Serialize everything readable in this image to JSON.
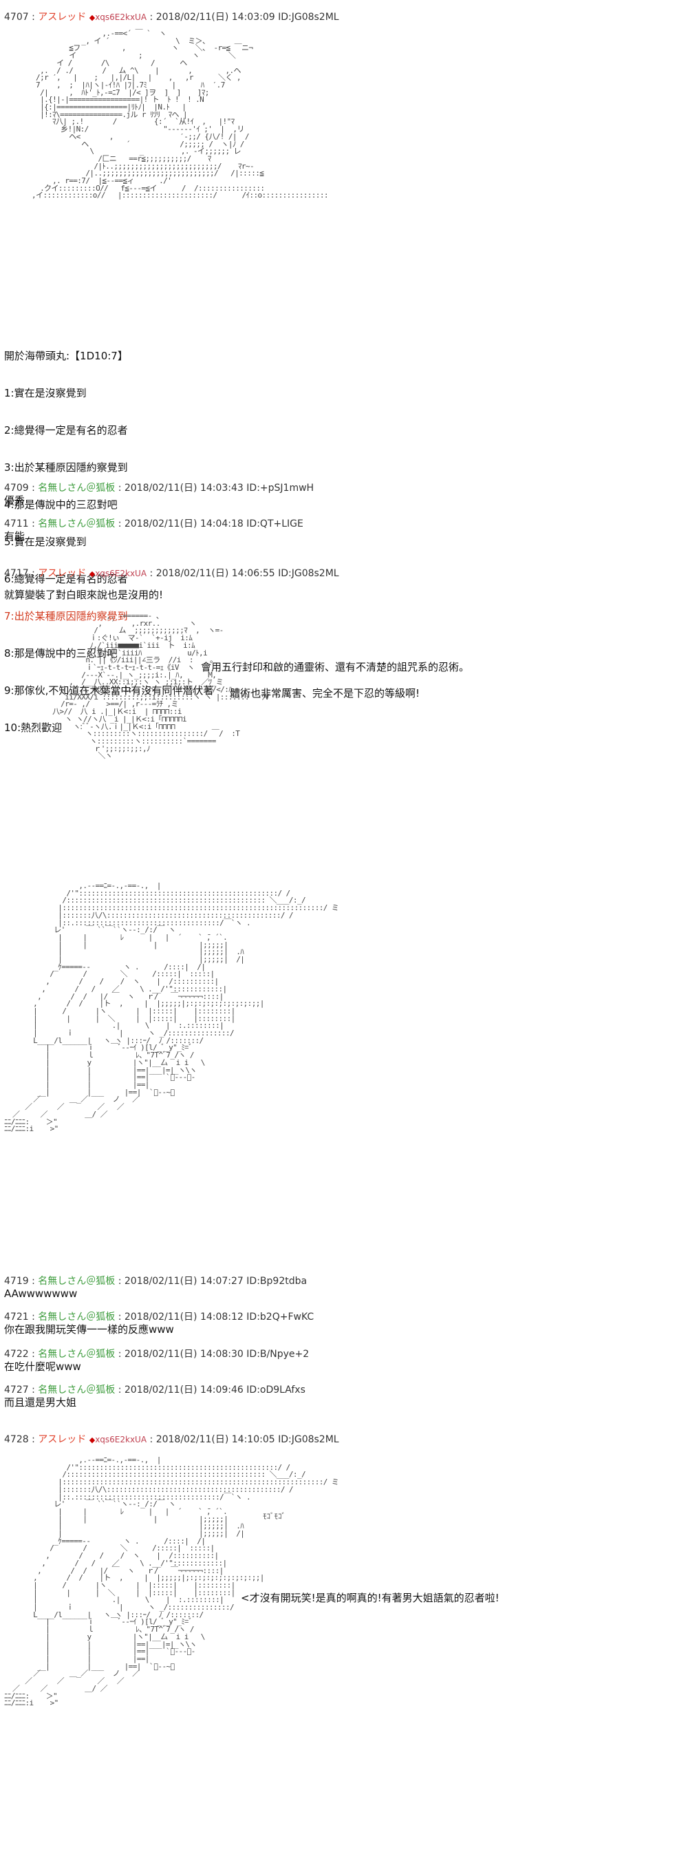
{
  "posts": [
    {
      "num": "4707",
      "name": "アスレッド",
      "trip": "◆",
      "tripcode": "xqs6E2kxUA",
      "date": "2018/02/11(日) 14:03:09",
      "id": "ID:JG08s2ML",
      "aa": "                  ,.-==<´ ￣ `  ヽ\n             _, イ ´                \\  ミ＞、\n          ≦フ          ,           ヽ    ＼、 ‐r=≦ ￣ニ¬\n          イ               ;            ヽ       ＼\n       イ /       /\\          /      ヘ\n   ,.  / ./       /   ム ^\\    |       ,        ,.ヘ\n  /;r ′,   |    ;   |,|/L|   |    ,   ,r      ＼く ,\n  7    ,  ;  |ﾊ|ヽ|‐ｲ!ﾊ |ﾌ|.7ﾐ      |      ﾊ  ′.7\n   /|     ,  ﾊﾄ'_ﾄ,-=ﾆ7  |/< ]ヲ  ]  ]    ]ﾏ;\n   |.{!|‐|=================|! ト  ﾄ !  ! .N\n   |{:|=================|ﾘﾄﾉ|  |N.ﾄ   |\n   |!:ﾏ\\===============.jル r ﾘﾂﾘ  ﾏヘ |\n      ﾏ八| ;.!       /         {:´  `从!ｲ  ,   |!\"ﾏ\n        乡!|N:/                  \"------'ｲ ;'  |  ,リ\n          ヘ<       ,                ′-;;/ {八/! /|  /\n             ヘ         ´            /;;;;; /  ヽ|ﾉ /\n               \\           _         ,. -イ;;;;;; レ\n                 /匚ニ   ==r≦;;;;;;;;;;/    ﾏ\n                /|ﾄ..;;;;;;;;;;;;;;;;;;;;;;;;;/    ﾏr~‐\n              /|..;;;;;;;;;;;;;;;;;;;;;;;;;;;/   /|:::::≦\n      ,. r==:7/  |≦--==≦ィ      ./'\n   .クイ:::::::::O//   f≦-‐-=≦イ      /  /::::::::::::::::\n ,イ::::::::::::o//   |::::::::::::::::::::::/      /ｲ::o::::::::::::::::",
      "lines": [
        "開於海帶頭丸:【1D10:7】",
        "1:實在是沒察覺到",
        "2:總覺得一定是有名的忍者",
        "3:出於某種原因隱約察覺到",
        "4:那是傳說中的三忍對吧",
        "5:實在是沒察覺到",
        "6:總覺得一定是有名的忍者",
        "7:出於某種原因隱約察覺到",
        "8:那是傳說中的三忍對吧",
        "9:那傢伙,不知道在木葉當中有沒有同伴潛伏著",
        "10:熱烈歡迎"
      ]
    },
    {
      "num": "4709",
      "name": "名無しさん＠狐板",
      "date": "2018/02/11(日) 14:03:43",
      "id": "ID:+pSJ1mwH",
      "text": "優秀"
    },
    {
      "num": "4711",
      "name": "名無しさん＠狐板",
      "date": "2018/02/11(日) 14:04:18",
      "id": "ID:QT+LIGE",
      "text": "有能"
    },
    {
      "num": "4717",
      "name": "アスレッド",
      "trip": "◆",
      "tripcode": "xqs6E2kxUA",
      "date": "2018/02/11(日) 14:06:55",
      "id": "ID:JG08s2ML",
      "text": "就算變裝了對白眼來說也是沒用的!",
      "say1": "會用五行封印和啟的通靈術、還有不清楚的詛咒系的忍術。",
      "say2": "體術也非常厲害、完全不是下忍的等級啊!",
      "aa1": "                   ,. -======- 、\n                 ,  ´    ,.rxr..       ヽ\n                /     ム  ;;;;;;;;;;;;ﾏ  ,  ヽ=-\n               ｉ:ぐ!ぃ  マ-`  `+-ij  i:ﾑ\n               ﾉ,/`iii■■■■■i`iii  ト  i:ﾑ\n              ｏ  ,:i `iiiiﾊ           u/ﾄ,i\n              n. ||《ｼ/iii||∠三ラ  //i  :    。\n              ｉ`ｰｪ-t-t-tｰｪ-t-t-=ｪ《iV  ヽ\n             /---X`--.|_ヽ_;;;;i:.|_ﾊ,      M,\n          ,  /__八..XX::i;;:ヽ ヽ ;;i;:ト  ／ﾂ_ミ\n        ｉ/__八_ﾄXX;;;::i;;:::ヽ ヽ `ﾄtt ,  |_/</:ﾊ\n         ii/XXX/i`:::::::::;;:i:::::::::ヽ ヽ |::::::: --ｸV\n        /r=- ,/    >==/| ,r-‐-=ﾗﾁ ,ミ\n      八>//  八 i .|_|Ｋ<:i  | ⊓⊓⊓⊓::i\n         ヽ ヽ//ヽ八 _i |_|Ｋ<:i「⊓⊓⊓⊓⊓i\n           ヽ:ﾞﾞ-ヽ八.ｉ|_|Ｋ<:i「⊓⊓⊓⊓\n              ヽ:::::::::ヽ::::::::::::::::/ ￣/  :T\n               ヽ:::::::::ヽ::::::::::`=======\n                ｒ';;:;;:;;:,ﾉ\n                 ＼ヽ",
      "aa2": "                  ,.--==ﾆ=-.,-==-.,  |\n               /'\"::::::::::::::::::::::::::::::::::::::::::::::::/ /\n              /:::::::::::::::::::::::::::::::::::::::::::::::: ＼___/:_/\n             |:::::::::::::::::::::::::::::::::::::::::::::::::::::::::::::::/ ミ\n             |:::::::八/\\::::::::::::::::::::::::::::::::::::::::::/ /\n             |::.:::::::::::::::::::::::::::::::::::/￣`ヽ .\n            レ'     ￣ ``￣``ヽ--:_/:/￣ ヽ\n             |     |        ﾚ      |   |  ´    ` ̄, ´`.\n             |     |                |          |;;;;;|\n             |                                 |;;;;;|  .ﾊ\n             |                                 |;;;;;|  /|\n            _ｹ=====--        ヽ .      /::::|  /|\n           /       /        ＼      /:::::|  :::::|\n          ,       /    /    /  ヽ    |  /::::::::::|\n         ,       /   /    ／     \\ .__/'\"::::::::::::|\n        ,       /  /   |/ ￣  ヽ   ｒ/   ￣¬¬¬¬¬¬::::|\n       ,       /  /    |ト  ,     |  |;;;;;|;:;:;:;:;:;:;:;:;;|\n       |      /       |ヽ       |  |:::::|    |::::::::|\n       |       |      |  ＼     |  |:::::|    |::::::::|\n       |                  .|      \\    |  :.::::::::|\n       |       ｉ           |      ヽ _/:::::::::::::::/\n       L____/l______|   ヽ ヽ |:::ｰ/  ﾉ /:::::::/\n          |         ｉ    ￣ﾞ--ｰｲ )[l/_ﾞ_y\"_ﾐ=ﾞ\n          |         ｌ          ﾚ、\"7T^ﾞ7_/ヽ /\n          |         y          |ヽ\"|__厶  i i   \\\n          |         |          |==|___|=|_ヽ\\ヽ\n          |         |          |==|    `ﾟ‐--ー‐\n          |         |          |==|\n        __|         |___     |==|  `ﾟ‐-~ー\n       ／       ＿_／      ノ   ／\n     ／      ／        ／   ／\n  ／     ／         ＿/ ／\nﾆﾆ/ﾆﾆﾆ:    ＞\"\nﾆﾆ/ﾆﾆﾆ:i    >\""
    },
    {
      "num": "4719",
      "name": "名無しさん＠狐板",
      "date": "2018/02/11(日) 14:07:27",
      "id": "ID:Bp92tdba",
      "text": "AAwwwwwww"
    },
    {
      "num": "4721",
      "name": "名無しさん＠狐板",
      "date": "2018/02/11(日) 14:08:12",
      "id": "ID:b2Q+FwKC",
      "text": "你在跟我開玩笑傳一一樣的反應www"
    },
    {
      "num": "4722",
      "name": "名無しさん＠狐板",
      "date": "2018/02/11(日) 14:08:30",
      "id": "ID:B/Npye+2",
      "text": "在吃什麼呢www"
    },
    {
      "num": "4727",
      "name": "名無しさん＠狐板",
      "date": "2018/02/11(日) 14:09:46",
      "id": "ID:oD9LAfxs",
      "text": "而且還是男大姐"
    },
    {
      "num": "4728",
      "name": "アスレッド",
      "trip": "◆",
      "tripcode": "xqs6E2kxUA",
      "date": "2018/02/11(日) 14:10:05",
      "id": "ID:JG08s2ML",
      "mogu": "ﾓｺﾞﾓｺﾞ",
      "say": "<才沒有開玩笑!是真的啊真的!有著男大姐語氣的忍者啦!",
      "aa": "                  ,.--==ﾆ=-.,-==-.,  |\n               /'\"::::::::::::::::::::::::::::::::::::::::::::::::/ /\n              /:::::::::::::::::::::::::::::::::::::::::::::::: ＼___/:_/\n             |:::::::::::::::::::::::::::::::::::::::::::::::::::::::::::::::/ ミ\n             |:::::::八/\\::::::::::::::::::::::::::::::::::::::::::/ /\n             |::.:::::::::::::::::::::::::::::::::::/￣`ヽ .\n            レ'     ￣ ``￣``ヽ--:_/:/￣ ヽ\n             |     |        ﾚ      |   |  ´    ` ̄, ´`.\n             |     |                |          |;;;;;|\n             |                                 |;;;;;|  .ﾊ\n             |                                 |;;;;;|  /|\n            _ｹ=====--        ヽ .      /::::|  /|\n           /       /        ＼      /:::::|  :::::|\n          ,       /    /    /  ヽ    |  /::::::::::|\n         ,       /   /    ／     \\ .__/'\"::::::::::::|\n        ,       /  /   |/ ￣  ヽ   ｒ/   ￣¬¬¬¬¬¬::::|\n       ,       /  /    |ト  ,     |  |;;;;;|;:;:;:;:;:;:;:;:;;|\n       |      /       |ヽ       |  |:::::|    |::::::::|\n       |       |      |  ＼     |  |:::::|    |::::::::|\n       |                  .|      \\    |  :.::::::::|\n       |       ｉ           |      ヽ _/:::::::::::::::/\n       L____/l______|   ヽ ヽ |:::ｰ/  ﾉ /:::::::/\n          |         ｉ    ￣ﾞ--ｰｲ )[l/_ﾞ_y\"_ﾐ=ﾞ\n          |         ｌ          ﾚ、\"7T^ﾞ7_/ヽ /\n          |         y          |ヽ\"|__厶  i i   \\\n          |         |          |==|___|=|_ヽ\\ヽ\n          |         |          |==|    `ﾟ‐--ー‐\n          |         |          |==|\n        __|         |___     |==|  `ﾟ‐-~ー\n       ／       ＿_／      ノ   ／\n     ／      ／        ／   ／\n  ／     ／         ＿/ ／\nﾆﾆ/ﾆﾆﾆ:    ＞\"\nﾆﾆ/ﾆﾆﾆ:i    >\""
    }
  ]
}
